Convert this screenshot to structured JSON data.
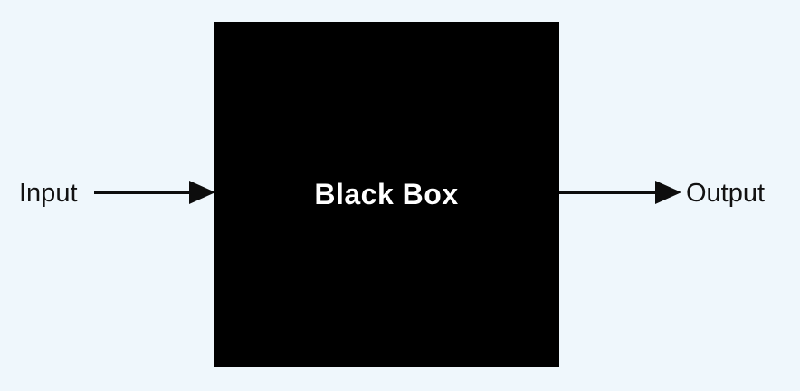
{
  "diagram": {
    "type": "block-diagram",
    "labels": {
      "input": "Input",
      "box": "Black Box",
      "output": "Output"
    },
    "nodes": [
      {
        "id": "black-box",
        "label": "Black Box",
        "shape": "rectangle",
        "fill": "#000000",
        "text_color": "#ffffff"
      }
    ],
    "edges": [
      {
        "from": "input-label",
        "to": "black-box",
        "style": "arrow-right"
      },
      {
        "from": "black-box",
        "to": "output-label",
        "style": "arrow-right"
      }
    ],
    "colors": {
      "background": "#eff7fc",
      "box_fill": "#000000",
      "box_text": "#ffffff",
      "arrow": "#0d0d0d",
      "label_text": "#121212"
    }
  }
}
